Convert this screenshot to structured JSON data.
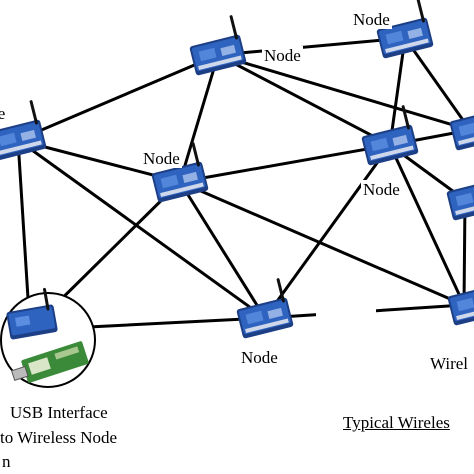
{
  "diagram": {
    "labels": {
      "node_a": "Node",
      "node_b": "Node",
      "node_c": "Node",
      "node_d": "Node",
      "node_e": "Node",
      "node_left_partial": "le",
      "wireless_partial": "Wirel",
      "usb_line1": "USB Interface",
      "usb_line2": "to Wireless Node",
      "usb_line3": "n",
      "caption": "Typical Wireles"
    },
    "colors": {
      "board": "#2f63c0",
      "board_dark": "#1d3f86",
      "board_light": "#5b8ee0",
      "link": "#000000",
      "green_board": "#3a8a3a"
    }
  }
}
